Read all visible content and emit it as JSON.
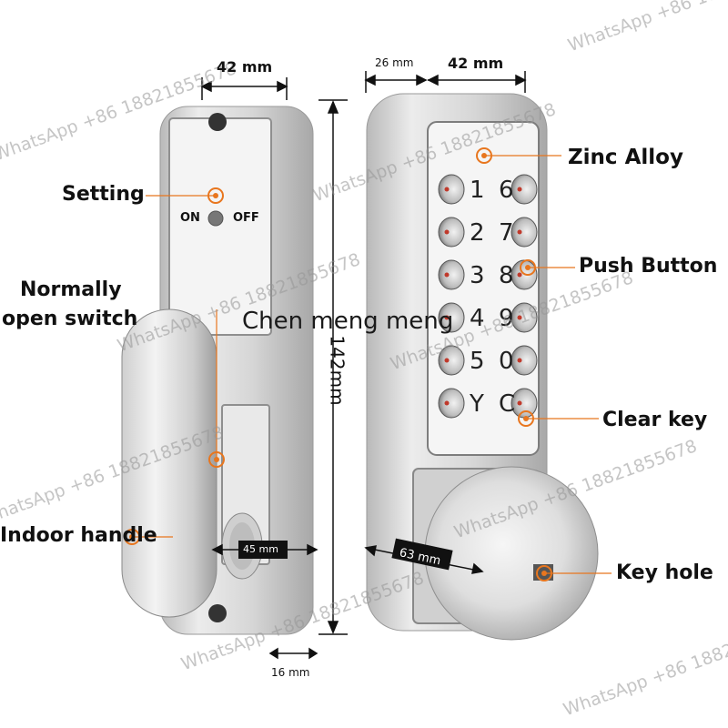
{
  "labels": {
    "zinc_alloy": "Zinc Alloy",
    "setting": "Setting",
    "push_button": "Push Button",
    "normally": "Normally",
    "open_switch": "open switch",
    "clear_key": "Clear key",
    "indoor_handle": "Indoor handle",
    "key_hole": "Key hole"
  },
  "dimensions": {
    "width_left": "42 mm",
    "width_right": "42 mm",
    "depth_top": "26 mm",
    "height": "142mm",
    "handle_depth": "45 mm",
    "knob_depth": "63 mm",
    "bottom_gap": "16 mm"
  },
  "switch": {
    "on": "ON",
    "off": "OFF"
  },
  "keypad": {
    "left_column": [
      "1",
      "2",
      "3",
      "4",
      "5",
      "Y"
    ],
    "right_column": [
      "6",
      "7",
      "8",
      "9",
      "0",
      "C"
    ]
  },
  "watermark": {
    "repeated": "WhatsApp +86 18821855678",
    "center": "Chen meng meng"
  },
  "colors": {
    "marker": "#e8761e",
    "metal": "#d8d8d8"
  }
}
